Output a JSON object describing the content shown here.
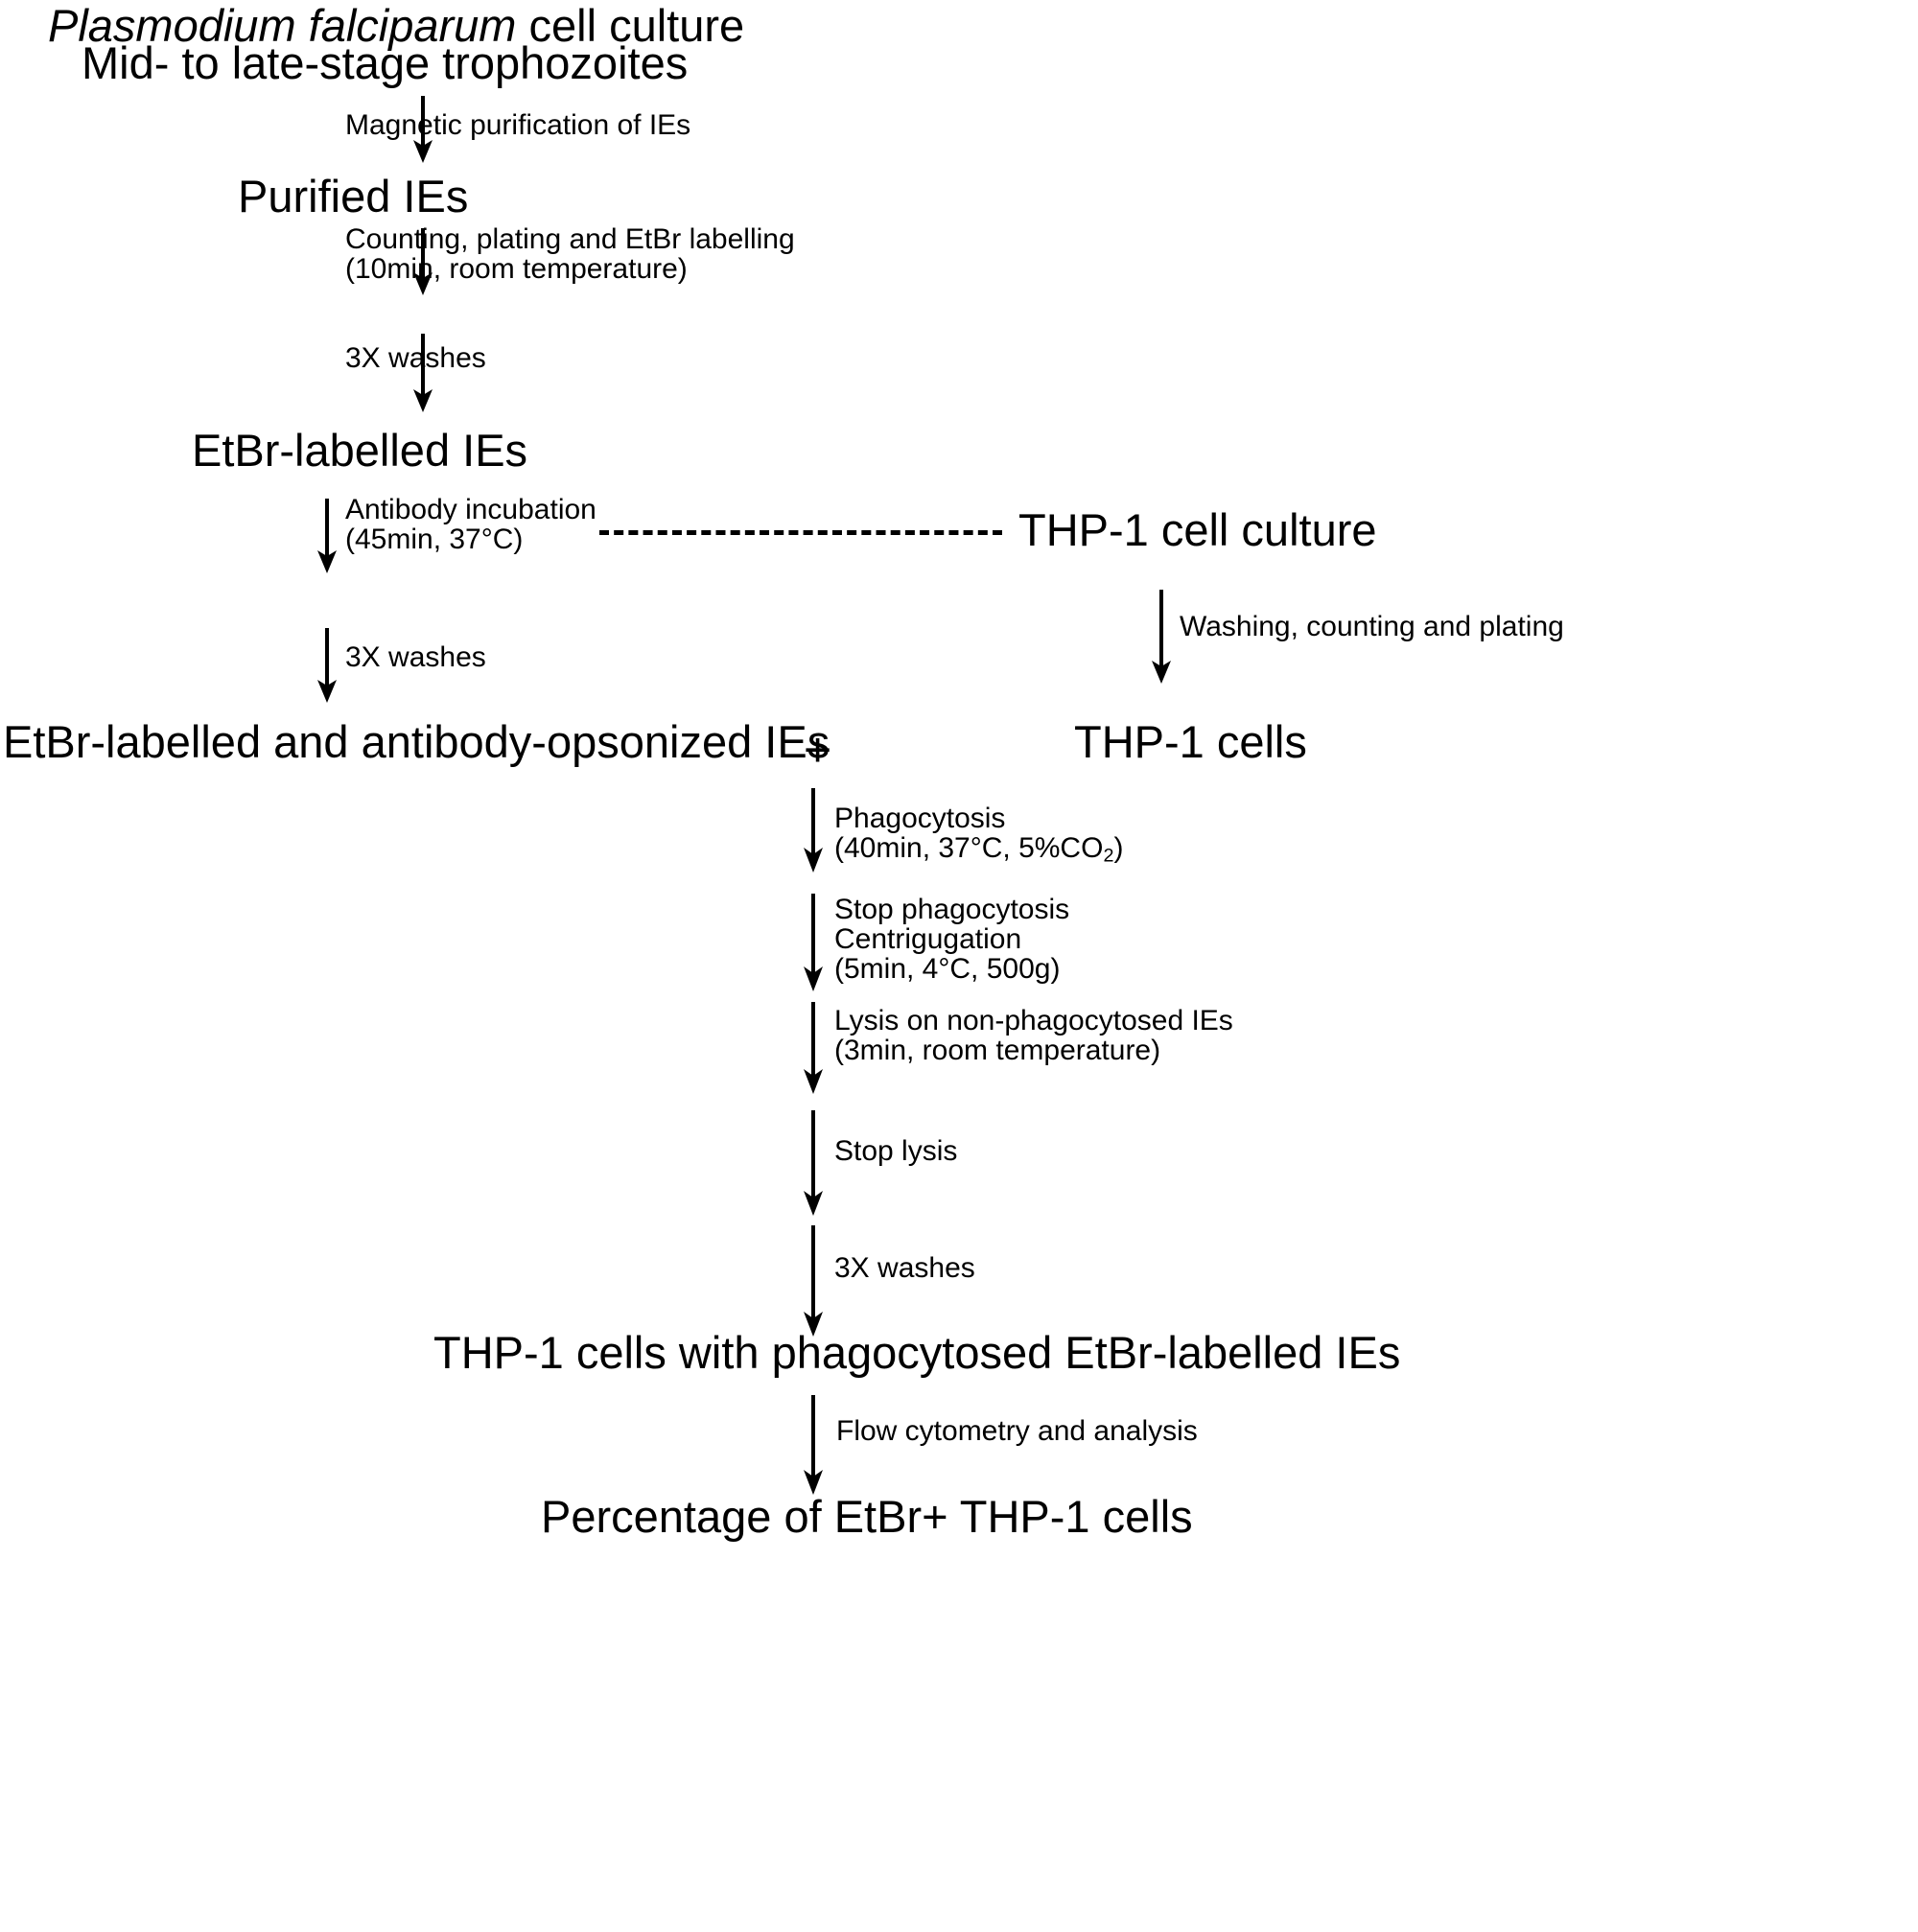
{
  "diagram": {
    "title": "Phagocytosis assay workflow",
    "colors": {
      "ink": "#000000",
      "background": "#ffffff"
    },
    "nodes": {
      "source_line1_italic": "Plasmodium falciparum",
      "source_line1_rest": " cell culture",
      "source_line2": "Mid- to late-stage trophozoites",
      "purified_ies": "Purified IEs",
      "etbr_labelled_ies": "EtBr-labelled IEs",
      "opsonized_ies": "EtBr-labelled and antibody-opsonized IEs",
      "plus": "+",
      "thp1_culture": "THP-1 cell culture",
      "thp1_cells": "THP-1 cells",
      "thp1_with_ies": "THP-1 cells with phagocytosed EtBr-labelled IEs",
      "final_output": "Percentage of EtBr+ THP-1 cells"
    },
    "edges": {
      "magnetic_purification": "Magnetic purification of IEs",
      "counting_plating_line1": "Counting, plating and EtBr labelling",
      "counting_plating_line2": "(10min, room temperature)",
      "washes_1": "3X washes",
      "antibody_incubation_line1": "Antibody incubation",
      "antibody_incubation_line2": "(45min, 37°C)",
      "washes_2": "3X washes",
      "washing_counting_plating": "Washing, counting and plating",
      "phagocytosis_line1": "Phagocytosis",
      "phagocytosis_line2_a": "(40min, 37°C, 5%CO",
      "phagocytosis_line2_sub": "2",
      "phagocytosis_line2_b": ")",
      "stop_phagocytosis_line1": "Stop phagocytosis",
      "stop_phagocytosis_line2": "Centrigugation",
      "stop_phagocytosis_line3": "(5min, 4°C, 500g)",
      "lysis_line1": "Lysis on non-phagocytosed IEs",
      "lysis_line2": "(3min, room temperature)",
      "stop_lysis": "Stop lysis",
      "washes_3": "3X washes",
      "flow_cytometry": "Flow cytometry and analysis"
    }
  }
}
